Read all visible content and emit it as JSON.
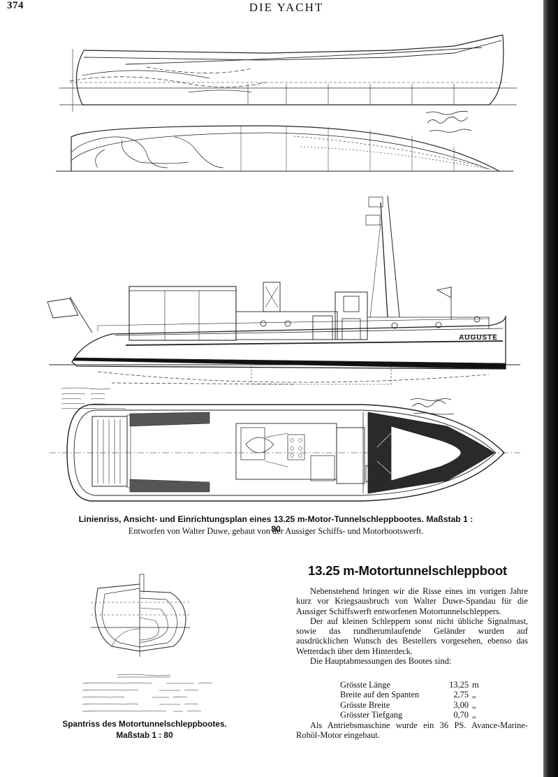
{
  "header": {
    "page_number": "374",
    "running_title": "DIE YACHT"
  },
  "drawings": {
    "boat_name": "AUGUSTE"
  },
  "figure_caption": {
    "line1": "Linienriss, Ansicht- und Einrichtungsplan eines 13.25 m-Motor-Tunnelschleppbootes.  Maßstab 1 : 80",
    "line2": "Entworfen von Walter Duwe, gebaut von der Aussiger Schiffs- und Motorbootswerft."
  },
  "article": {
    "title": "13.25 m-Motortunnelschleppboot",
    "paragraph1": "Nebenstehend bringen wir die Risse eines im vorigen Jahre kurz vor Kriegsausbruch von Walter Duwe-Spandau für die Aussiger Schiffswerft entworfenen Motortunnelschleppers.",
    "paragraph2": "Der auf kleinen Schleppern sonst nicht übliche Signalmast, sowie das rundherumlaufende Geländer wurden auf ausdrücklichen Wunsch des Bestellers vorgesehen, ebenso das Wetterdach über dem Hinterdeck.",
    "dims_intro": "Die Hauptabmessungen des Bootes sind:",
    "dimensions": [
      {
        "label": "Grösste Länge",
        "value": "13,25",
        "unit": "m"
      },
      {
        "label": "Breite auf den Spanten",
        "value": "2,75",
        "unit": "„"
      },
      {
        "label": "Grösste Breite",
        "value": "3,00",
        "unit": "„"
      },
      {
        "label": "Grösster Tiefgang",
        "value": "0,70",
        "unit": "„"
      }
    ],
    "paragraph3": "Als Antriebsmaschine wurde ein 36 PS. Avance-Marine-Rohöl-Motor eingebaut."
  },
  "section_caption": {
    "line1": "Spantriss des Motortunnelschleppbootes.",
    "line2": "Maßstab 1 : 80"
  }
}
